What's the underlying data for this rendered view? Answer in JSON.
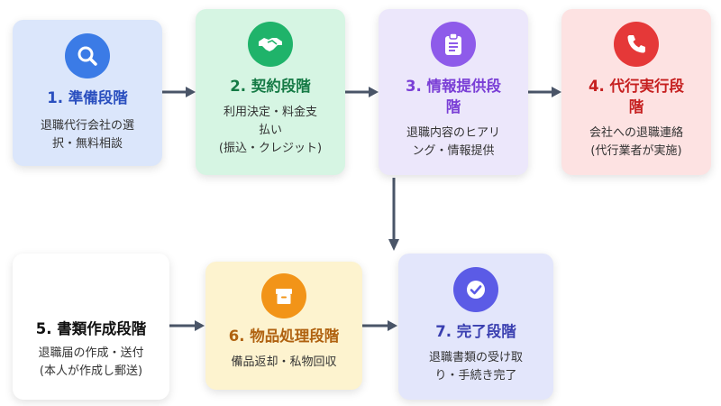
{
  "steps": [
    {
      "title": "1. 準備段階",
      "desc": [
        "退職代行会社の選",
        "択・無料相談"
      ],
      "icon": "search-icon",
      "bg": "#dbe6fb",
      "accent": "#3b7be6",
      "title_color": "#2a4fbf"
    },
    {
      "title": "2. 契約段階",
      "desc": [
        "利用決定・料金支",
        "払い",
        "(振込・クレジット)"
      ],
      "icon": "handshake-icon",
      "bg": "#d6f5e3",
      "accent": "#1fb36a",
      "title_color": "#157a45"
    },
    {
      "title": "3. 情報提供段\n階",
      "desc": [
        "退職内容のヒアリ",
        "ング・情報提供"
      ],
      "icon": "clipboard-icon",
      "bg": "#ece7fb",
      "accent": "#8e5bea",
      "title_color": "#7a3fd6"
    },
    {
      "title": "4. 代行実行段\n階",
      "desc": [
        "会社への退職連絡",
        "(代行業者が実施)"
      ],
      "icon": "phone-icon",
      "bg": "#fde2e2",
      "accent": "#e53838",
      "title_color": "#c62020"
    },
    {
      "title": "5. 書類作成段階",
      "desc": [
        "退職届の作成・送付",
        "(本人が作成し郵送)"
      ],
      "icon": "",
      "bg": "#ffffff",
      "accent": "",
      "title_color": "#111111"
    },
    {
      "title": "6. 物品処理段階",
      "desc": [
        "備品返却・私物回収"
      ],
      "icon": "box-icon",
      "bg": "#fdf3cf",
      "accent": "#f29418",
      "title_color": "#b06210"
    },
    {
      "title": "7. 完了段階",
      "desc": [
        "退職書類の受け取",
        "り・手続き完了"
      ],
      "icon": "check-circle-icon",
      "bg": "#e3e6fb",
      "accent": "#5b5be6",
      "title_color": "#3a3fb0"
    }
  ]
}
